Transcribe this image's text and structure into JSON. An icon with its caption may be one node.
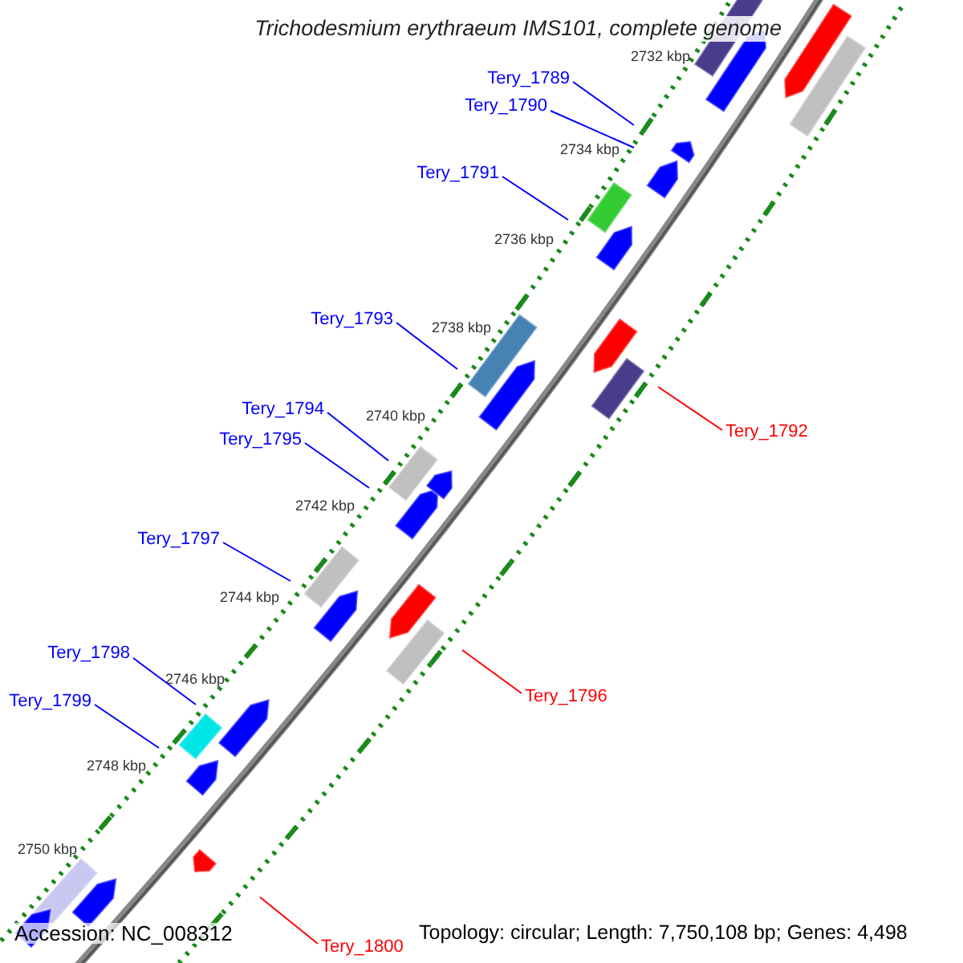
{
  "diagram": {
    "title": "Trichodesmium erythraeum IMS101, complete genome",
    "nodes": [
      {
        "text": [
          "Tery_1789"
        ]
      },
      {
        "text": [
          "Tery_1790"
        ]
      },
      {
        "text": [
          "Tery_1791"
        ]
      },
      {
        "text": [
          "Tery_1793"
        ]
      },
      {
        "text": [
          "Tery_1794"
        ]
      },
      {
        "text": [
          "Tery_1792"
        ]
      },
      {
        "text": [
          "Tery_1795"
        ]
      },
      {
        "text": [
          "Tery_1797"
        ]
      },
      {
        "text": [
          "Tery_1798"
        ]
      },
      {
        "text": [
          "Tery_1796"
        ]
      },
      {
        "text": [
          "Tery_1799"
        ]
      },
      {
        "text": [
          "Tery_1800"
        ]
      }
    ],
    "edges": [
      {
        "from": 0,
        "to": null,
        "arrow": "none"
      },
      {
        "from": 1,
        "to": null,
        "arrow": "none"
      },
      {
        "from": 2,
        "to": null,
        "arrow": "none"
      },
      {
        "from": 3,
        "to": null,
        "arrow": "none"
      },
      {
        "from": 4,
        "to": null,
        "arrow": "none"
      },
      {
        "from": 5,
        "to": null,
        "arrow": "none",
        "color": "#ff0000"
      },
      {
        "from": 6,
        "to": null,
        "arrow": "none"
      },
      {
        "from": 7,
        "to": null,
        "arrow": "none"
      },
      {
        "from": 8,
        "to": null,
        "arrow": "none"
      },
      {
        "from": 9,
        "to": null,
        "arrow": "none",
        "color": "#ff0000"
      },
      {
        "from": 10,
        "to": null,
        "arrow": "none"
      },
      {
        "from": 11,
        "to": null,
        "arrow": "none",
        "color": "#ff0000"
      }
    ],
    "labels": [
      "2732 kbp",
      "2734 kbp",
      "2736 kbp",
      "2738 kbp",
      "2740 kbp",
      "2742 kbp",
      "2744 kbp",
      "2746 kbp",
      "2748 kbp",
      "2750 kbp",
      "Accession: NC_008312",
      "Topology: circular; Length: 7,750,108 bp; Genes: 4,498"
    ]
  }
}
